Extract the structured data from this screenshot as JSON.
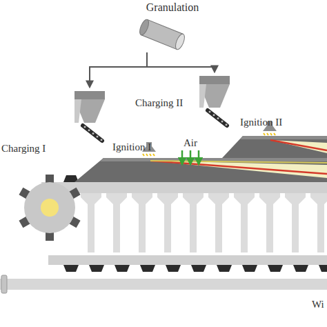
{
  "diagram": {
    "nodes": [
      {
        "text": [
          "Granulation"
        ]
      },
      {
        "text": [
          "Charging I"
        ]
      },
      {
        "text": [
          "Charging II"
        ]
      }
    ],
    "edges": [
      {
        "from": 0,
        "to": 1,
        "arrow": "to"
      },
      {
        "from": 0,
        "to": 2,
        "arrow": "to"
      }
    ],
    "labels": [
      "Ignition I",
      "Air",
      "Ignition II",
      "Wi"
    ]
  }
}
